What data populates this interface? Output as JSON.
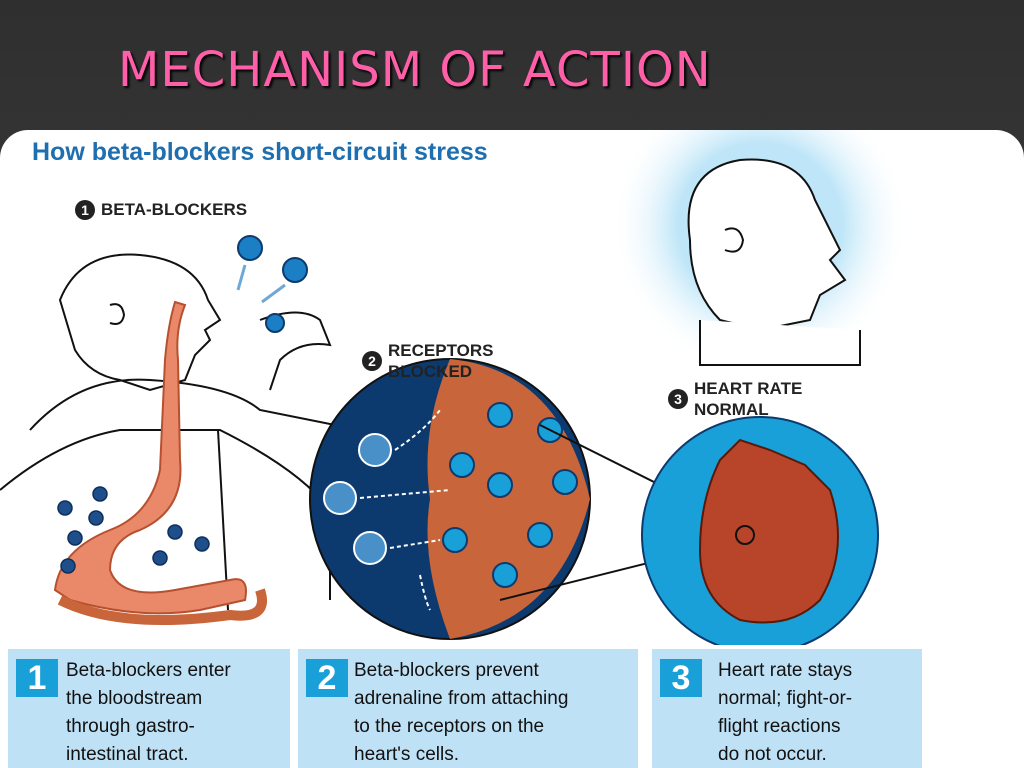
{
  "slide": {
    "title": "MECHANISM OF ACTION"
  },
  "infographic": {
    "title": "How beta-blockers short-circuit stress",
    "labels": [
      {
        "num": "1",
        "text": "BETA-BLOCKERS"
      },
      {
        "num": "2",
        "text": "RECEPTORS\nBLOCKED"
      },
      {
        "num": "3",
        "text": "HEART RATE\nNORMAL"
      }
    ],
    "steps": [
      {
        "num": "1",
        "text": "Beta-blockers enter\nthe bloodstream\nthrough gastro-\nintestinal tract."
      },
      {
        "num": "2",
        "text": "Beta-blockers prevent\nadrenaline from attaching\nto the receptors on the\nheart's cells."
      },
      {
        "num": "3",
        "text": "Heart rate stays\nnormal; fight-or-\nflight reactions\ndo not occur."
      }
    ]
  },
  "colors": {
    "title_pink": "#ff5fa8",
    "header_blue": "#1f6fb0",
    "step_blue": "#1aa0d8",
    "panel_blue": "#bfe1f5",
    "cell_orange": "#c9653a",
    "dark_blue": "#0d3a6e"
  }
}
